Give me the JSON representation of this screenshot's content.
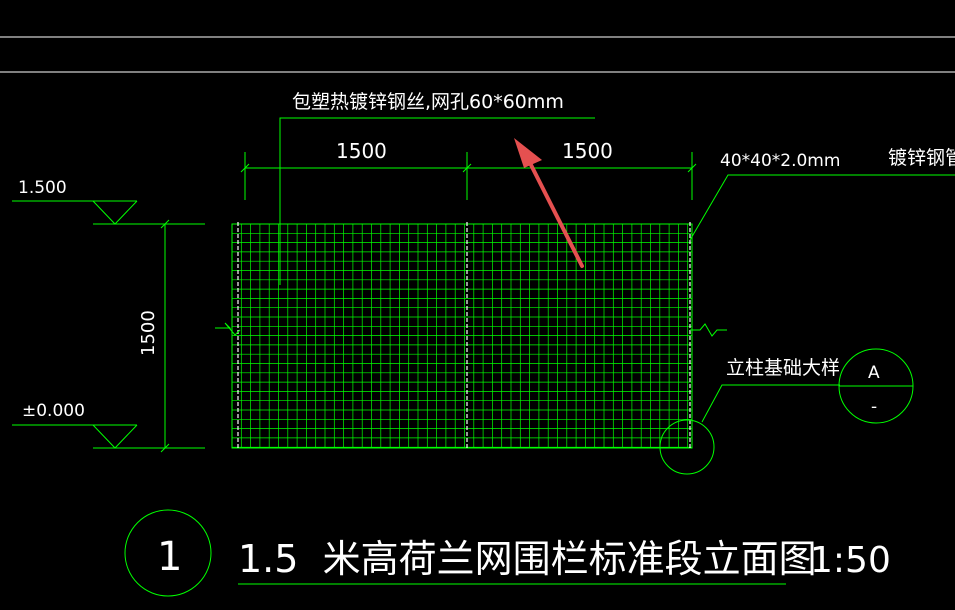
{
  "labels": {
    "mesh_note": "包塑热镀锌钢丝,网孔60*60mm",
    "span_left": "1500",
    "span_right": "1500",
    "post_spec": "40*40*2.0mm",
    "post_material": "镀锌钢管",
    "elev_top": "1.500",
    "elev_bottom": "±0.000",
    "height_dim": "1500",
    "foundation_detail": "立柱基础大样",
    "detail_ref_top": "A",
    "detail_ref_bottom": "-",
    "drawing_number": "1",
    "drawing_title": "1.5  米高荷兰网围栏标准段立面图",
    "drawing_scale": "1:50"
  },
  "colors": {
    "background": "#000000",
    "linework": "#00ff00",
    "text": "#ffffff",
    "arrow": "#e55050"
  }
}
